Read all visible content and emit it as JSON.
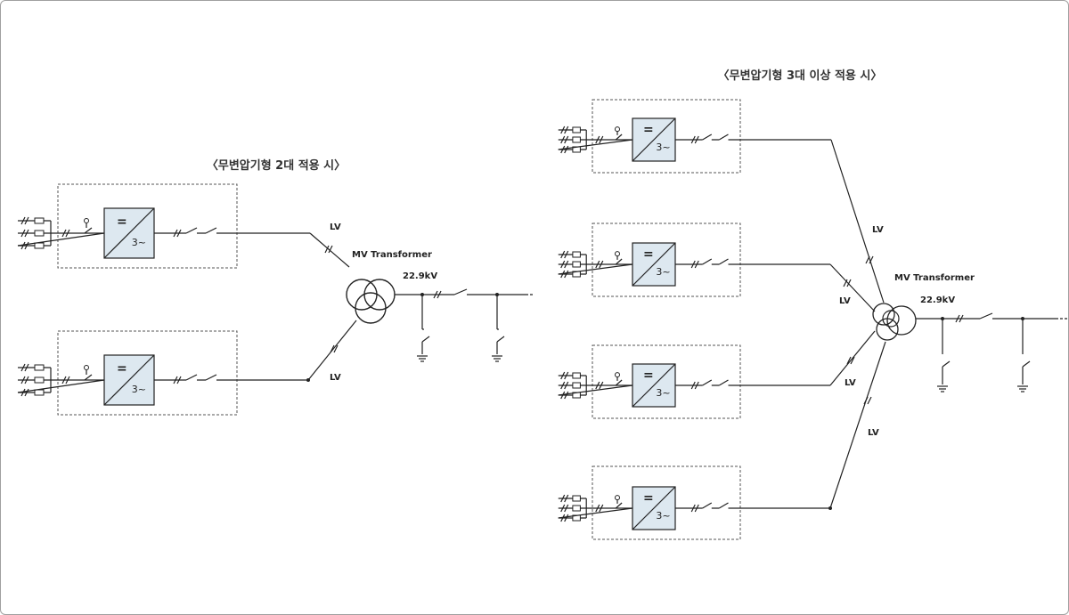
{
  "diagrams": [
    {
      "title": "〈무변압기형 2대 적용 시〉",
      "transformer_label": "MV Transformer",
      "voltage_label": "22.9kV",
      "lv_labels": [
        "LV",
        "LV"
      ],
      "inverter_symbols": {
        "dc": "=",
        "ac": "3~"
      }
    },
    {
      "title": "〈무변압기형 3대 이상 적용 시〉",
      "transformer_label": "MV Transformer",
      "voltage_label": "22.9kV",
      "lv_labels": [
        "LV",
        "LV",
        "LV",
        "LV"
      ],
      "inverter_symbols": {
        "dc": "=",
        "ac": "3~"
      }
    }
  ],
  "colors": {
    "line": "#222222",
    "box_dash": "#555555",
    "inverter_fill": "#dde8f0"
  }
}
